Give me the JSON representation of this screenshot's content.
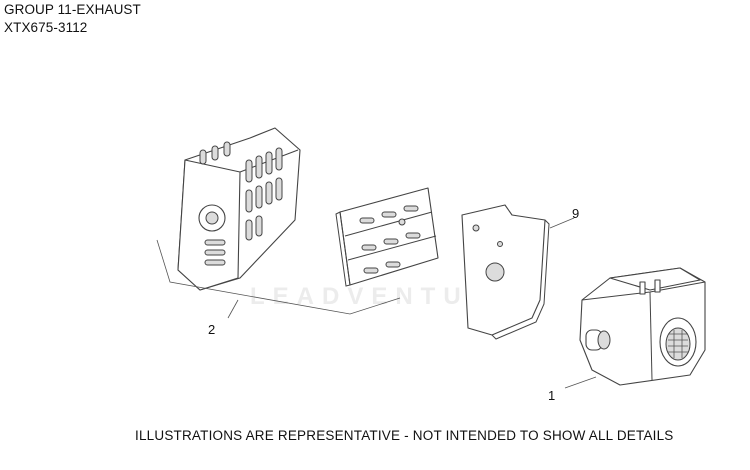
{
  "header": {
    "title": "GROUP 11-EXHAUST",
    "model": "XTX675-3112"
  },
  "callouts": [
    {
      "label": "2"
    },
    {
      "label": "9"
    },
    {
      "label": "1"
    }
  ],
  "footer": {
    "note": "ILLUSTRATIONS ARE REPRESENTATIVE - NOT INTENDED TO SHOW ALL DETAILS"
  },
  "watermark": {
    "text": "LEADVENTURE"
  }
}
